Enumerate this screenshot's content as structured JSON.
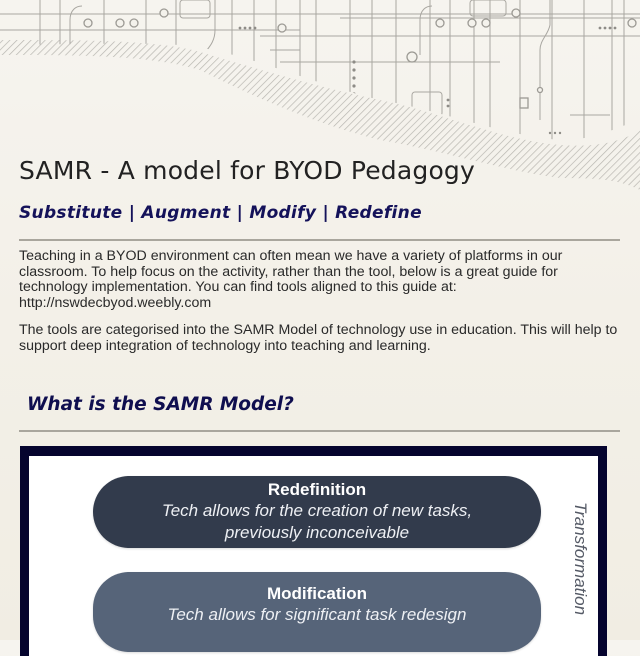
{
  "header": {
    "title": "SAMR - A model for BYOD Pedagogy",
    "subtitle": "Substitute | Augment | Modify | Redefine"
  },
  "intro": {
    "paragraph_1": "Teaching in a BYOD environment can often mean we have a variety of platforms in our classroom. To help focus on the activity, rather than the tool, below is a great guide for technology implementation. You can find tools aligned to this guide at:",
    "link": "http://nswdecbyod.weebly.com",
    "paragraph_2": "The tools are categorised into the SAMR Model of technology use in education. This will help to support deep integration of technology into teaching and learning."
  },
  "section": {
    "title": "What is the SAMR Model?"
  },
  "diagram": {
    "side_label": "Transformation",
    "levels": [
      {
        "name": "Redefinition",
        "description_line1": "Tech allows for the creation of new tasks,",
        "description_line2": "previously inconceivable",
        "color": "#323b4c"
      },
      {
        "name": "Modification",
        "description_line1": "Tech allows for significant task redesign",
        "color": "#566479"
      }
    ]
  },
  "colors": {
    "heading_navy": "#14125a",
    "frame_navy": "#05042e",
    "background": "#f3f0e8"
  }
}
